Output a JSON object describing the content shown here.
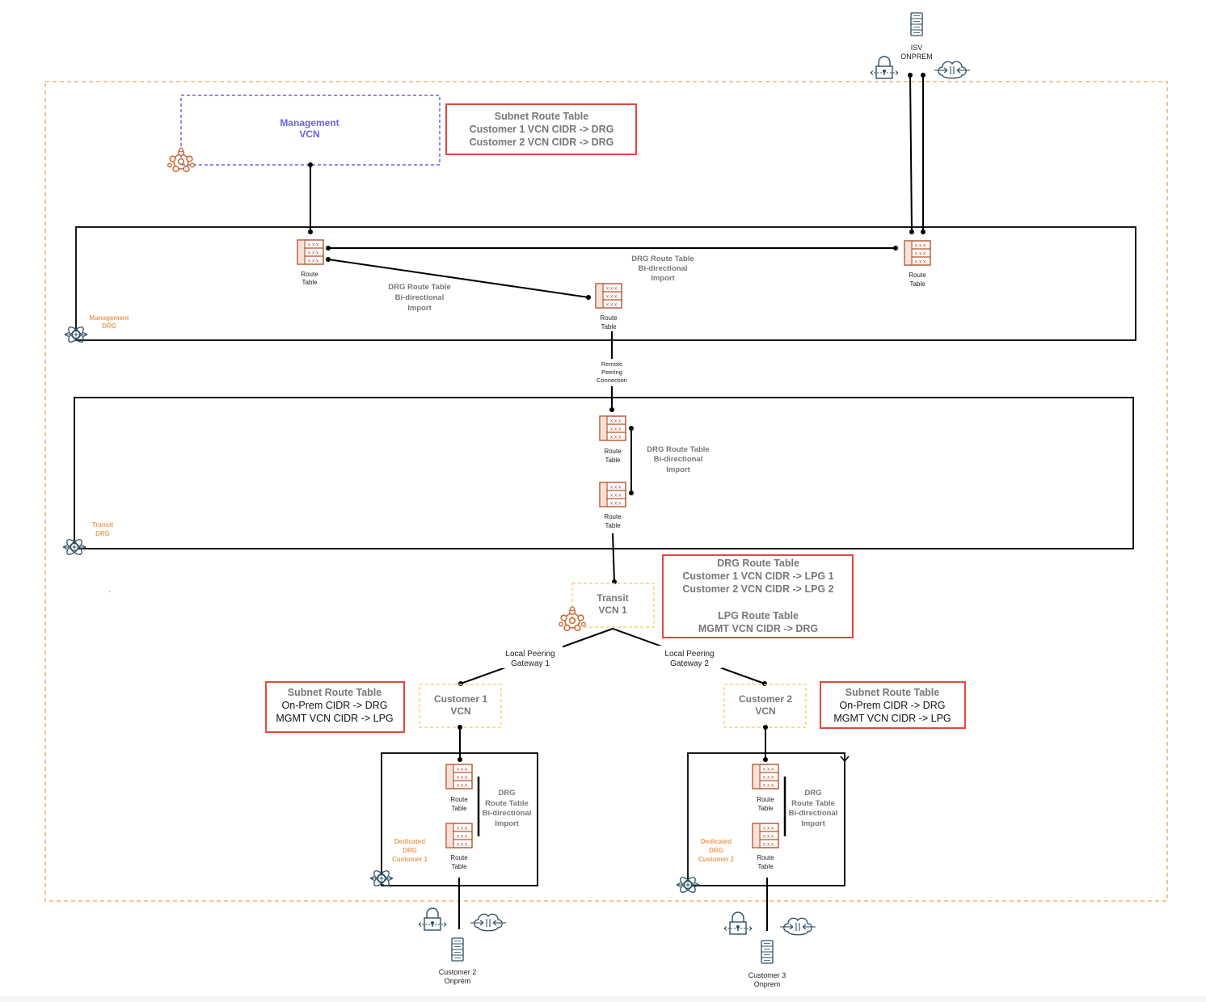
{
  "isv": {
    "label_line1": "ISV",
    "label_line2": "ONPREM"
  },
  "management_vcn": {
    "line1": "Management",
    "line2": "VCN"
  },
  "mgmt_subnet_route_table": {
    "title": "Subnet Route Table",
    "line1": "Customer 1 VCN CIDR -> DRG",
    "line2": "Customer 2 VCN CIDR  -> DRG"
  },
  "management_drg": {
    "label_line1": "Management",
    "label_line2": "DRG",
    "route_table_labels": [
      "Route",
      "Table"
    ],
    "annotation_left": {
      "line1": "DRG Route Table",
      "line2": "Bi-directional",
      "line3": "Import"
    },
    "annotation_right": {
      "line1": "DRG Route Table",
      "line2": "Bi-directional",
      "line3": "Import"
    }
  },
  "rpc": {
    "line1": "Remote",
    "line2": "Peering",
    "line3": "Connection"
  },
  "transit_drg": {
    "label_line1": "Transit",
    "label_line2": "DRG",
    "annotation": {
      "line1": "DRG Route Table",
      "line2": "Bi-directional",
      "line3": "Import"
    }
  },
  "route_table_cell": "x.x.x.",
  "transit_vcn": {
    "line1": "Transit",
    "line2": "VCN 1"
  },
  "transit_route_tables": {
    "drg_title": "DRG Route Table",
    "drg_line1": "Customer 1 VCN CIDR -> LPG 1",
    "drg_line2": "Customer 2 VCN CIDR -> LPG 2",
    "lpg_title": "LPG Route Table",
    "lpg_line1": "MGMT VCN CIDR -> DRG"
  },
  "lpg1": {
    "line1": "Local Peering",
    "line2": "Gateway 1"
  },
  "lpg2": {
    "line1": "Local Peering",
    "line2": "Gateway 2"
  },
  "customer1_vcn": {
    "line1": "Customer 1",
    "line2": "VCN"
  },
  "customer2_vcn": {
    "line1": "Customer 2",
    "line2": "VCN"
  },
  "customer1_subnet_rt": {
    "title": "Subnet Route Table",
    "line1": "On-Prem CIDR -> DRG",
    "line2": "MGMT VCN CIDR -> LPG"
  },
  "customer2_subnet_rt": {
    "title": "Subnet Route Table",
    "line1": "On-Prem CIDR -> DRG",
    "line2": "MGMT VCN CIDR -> LPG"
  },
  "dedicated_drg_1": {
    "label_line1": "Dedicated",
    "label_line2": "DRG",
    "label_line3": "Customer 1",
    "annotation": {
      "line1": "DRG",
      "line2": "Route Table",
      "line3": "Bi-directional",
      "line4": "Import"
    }
  },
  "dedicated_drg_2": {
    "label_line1": "Dedicated",
    "label_line2": "DRG",
    "label_line3": "Customer 2",
    "annotation": {
      "line1": "DRG",
      "line2": "Route Table",
      "line3": "Bi-directional",
      "line4": "Import"
    }
  },
  "customer2_onprem": {
    "line1": "Customer 2",
    "line2": "Onprem"
  },
  "customer3_onprem": {
    "line1": "Customer 3",
    "line2": "Onprem"
  },
  "stray_mark": "`",
  "colors": {
    "route_table_icon": "#b4512c",
    "vcn_icon": "#c8662f",
    "drg_label": "#e8a05a",
    "tenancy_border": "#f2b27a",
    "mgmt_vcn_border": "#6b63e6",
    "mgmt_vcn_text": "#6b63e6",
    "customer_vcn_border": "#f5d27a",
    "red_box": "#e2483d",
    "gray_text": "#777777",
    "network_icon": "#2f4f63"
  },
  "icons": [
    "server-icon",
    "vpn-lock-icon",
    "fastconnect-cloud-icon",
    "vcn-icon",
    "drg-icon",
    "route-table-icon"
  ]
}
